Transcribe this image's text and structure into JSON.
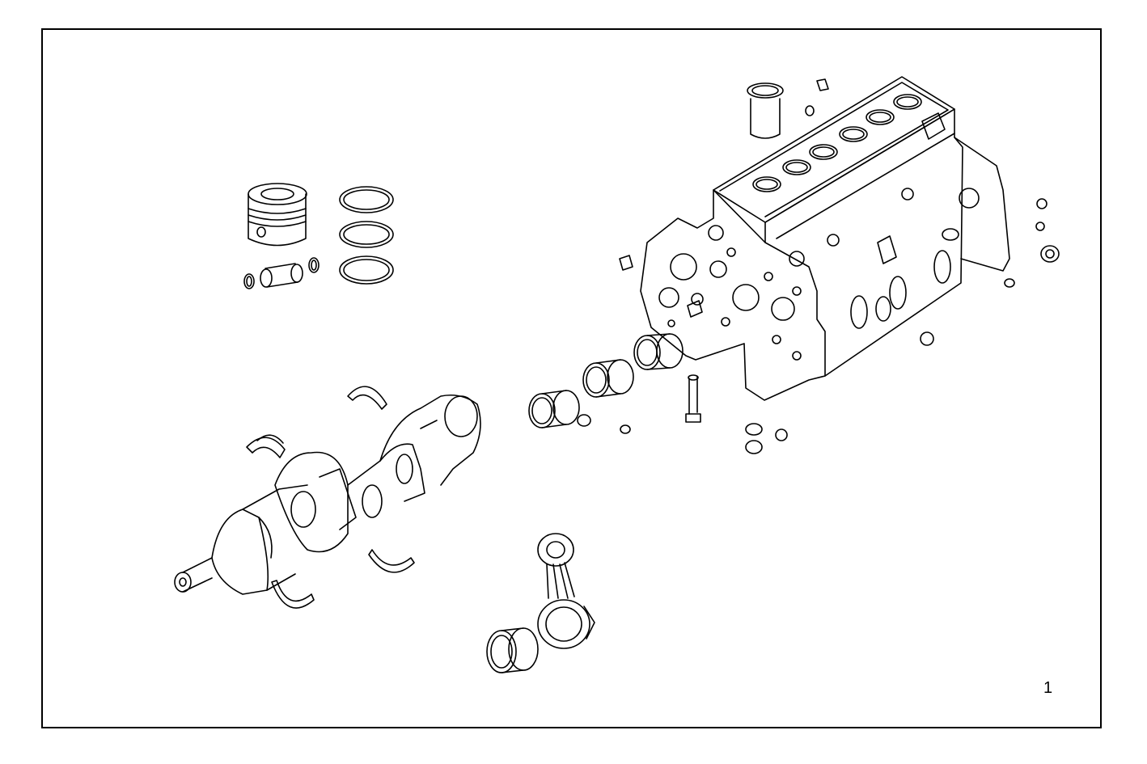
{
  "figure": {
    "number_label": "1",
    "stroke_color": "#000000",
    "background_color": "#ffffff",
    "parts": [
      "engine-block",
      "cylinder-liner",
      "piston",
      "piston-rings",
      "piston-pin",
      "circlips",
      "crankshaft",
      "main-bearing-shells",
      "camshaft-bushings",
      "connecting-rod",
      "connecting-rod-bushing",
      "bolt",
      "plugs",
      "nuts",
      "dowels"
    ]
  }
}
